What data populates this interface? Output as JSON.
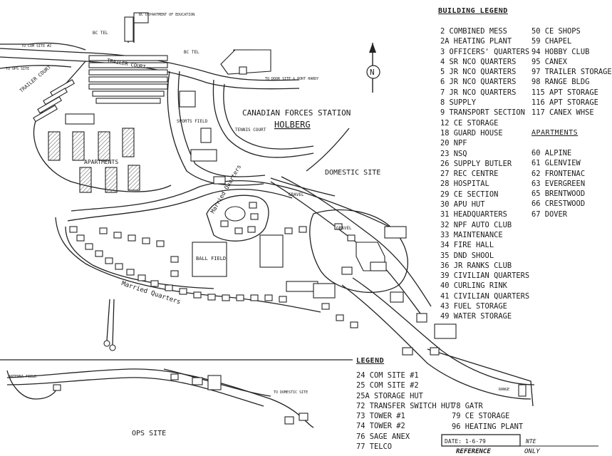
{
  "map": {
    "station_title": "CANADIAN FORCES STATION",
    "station_name": "HOLBERG",
    "domestic_site_label": "DOMESTIC SITE",
    "ops_site_label": "OPS SITE",
    "married_quarters_label": "Married Quarters",
    "married_quarters_label_2": "Married Quarters",
    "apartments_label": "APARTMENTS",
    "trailer_court_label": "TRAILER COURT",
    "trailer_court_label_2": "TRAILER COURT",
    "ball_field_label": "BALL FIELD",
    "sports_field_label": "SPORTS FIELD",
    "tennis_court_label": "TENNIS COURT",
    "gravel_label": "GRAVEL",
    "gravel_label_2": "GRAVEL",
    "dept_education_label": "BC DEPARTMENT OF EDUCATION",
    "bc_tel_label": "BC TEL",
    "bc_tel_label_2": "BC TEL",
    "to_com_site_label": "TO COM SITE #2",
    "to_ops_site_label": "TO OPS SITE",
    "to_door_site_label": "TO DOOR SITE & PORT HARDY",
    "to_domestic_site_label": "TO DOMESTIC SITE",
    "antenna_field_label": "ANTENNA FIELD",
    "range_label": "RANGE",
    "north_label": "N",
    "date_box": "DATE: 1-6-79",
    "nte_label": "NTE",
    "reference_label": "REFERENCE",
    "only_label": "ONLY"
  },
  "building_legend": {
    "title": "BUILDING LEGEND",
    "col1": [
      "2 COMBINED MESS",
      "2A HEATING PLANT",
      "3 OFFICERS' QUARTERS",
      "4 SR NCO QUARTERS",
      "5 JR NCO QUARTERS",
      "6 JR NCO QUARTERS",
      "7 JR NCO QUARTERS",
      "8 SUPPLY",
      "9 TRANSPORT SECTION",
      "12 CE STORAGE",
      "18 GUARD HOUSE",
      "20 NPF",
      "23 NSQ",
      "26 SUPPLY BUTLER",
      "27 REC CENTRE",
      "28 HOSPITAL",
      "29 CE SECTION",
      "30 APU HUT",
      "31 HEADQUARTERS",
      "32 NPF AUTO CLUB",
      "33 MAINTENANCE",
      "34 FIRE HALL",
      "35 DND SHOOL",
      "36 JR RANKS CLUB",
      "39 CIVILIAN QUARTERS",
      "40 CURLING RINK",
      "41 CIVILIAN QUARTERS",
      "43 FUEL STORAGE",
      "49 WATER STORAGE"
    ],
    "col2": [
      "50 CE SHOPS",
      "59 CHAPEL",
      "94 HOBBY CLUB",
      "95 CANEX",
      "97 TRAILER STORAGE",
      "98 RANGE BLDG",
      "115 APT STORAGE",
      "116 APT STORAGE",
      "117 CANEX WHSE"
    ]
  },
  "apartments": {
    "title": "APARTMENTS",
    "items": [
      "60 ALPINE",
      "61 GLENVIEW",
      "62 FRONTENAC",
      "63 EVERGREEN",
      "65 BRENTWOOD",
      "66 CRESTWOOD",
      "67 DOVER"
    ]
  },
  "ops_legend": {
    "title": "LEGEND",
    "col1": [
      "24 COM SITE #1",
      "25 COM SITE #2",
      "25A STORAGE HUT",
      "72 TRANSFER SWITCH HUT",
      "73 TOWER #1",
      "74 TOWER #2",
      "76 SAGE ANEX",
      "77 TELCO"
    ],
    "col2": [
      "78 GATR",
      "79 CE STORAGE",
      "96 HEATING PLANT"
    ]
  }
}
